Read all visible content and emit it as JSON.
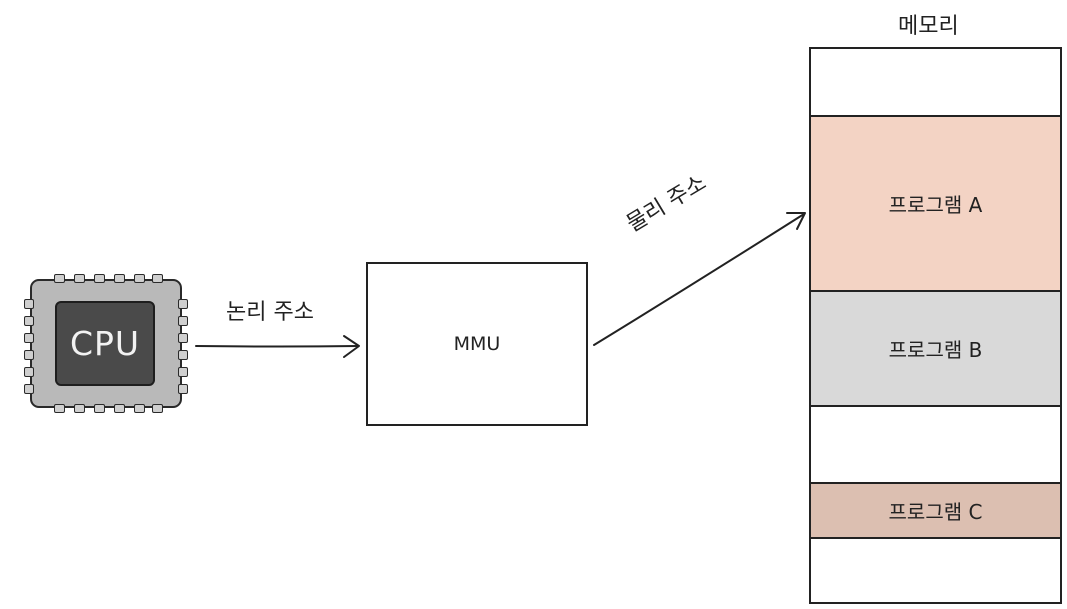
{
  "diagram": {
    "cpu": {
      "label": "CPU"
    },
    "mmu": {
      "label": "MMU"
    },
    "edges": {
      "logical_address": "논리 주소",
      "physical_address": "물리 주소"
    },
    "memory": {
      "title": "메모리",
      "segments": [
        {
          "label": "프로그램 A",
          "color": "#f3d3c4"
        },
        {
          "label": "프로그램 B",
          "color": "#d9d9d9"
        },
        {
          "label": "프로그램 C",
          "color": "#dcbfb1"
        }
      ]
    }
  }
}
